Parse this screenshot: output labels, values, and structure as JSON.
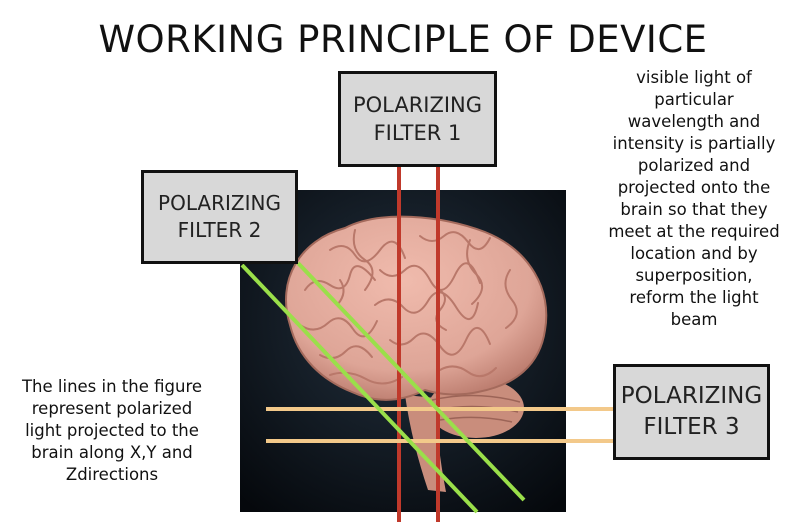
{
  "title": "WORKING PRINCIPLE OF DEVICE",
  "filters": {
    "filter1": "POLARIZING\nFILTER 1",
    "filter2": "POLARIZING\nFILTER 2",
    "filter3": "POLARIZING\nFILTER 3"
  },
  "notes": {
    "right": "visible light of\nparticular\nwavelength and\nintensity is partially\npolarized and\nprojected onto the\nbrain so that they\nmeet at the required\nlocation and by\nsuperposition,\nreform the light\nbeam",
    "left": "The lines in the figure\nrepresent polarized\nlight projected to the\nbrain along X,Y and\nZdirections"
  },
  "colors": {
    "panel_background": "#0b1016",
    "brain": "#dea597",
    "brain_fold": "#b9786a",
    "cerebellum": "#c98d7c",
    "red_beam": "#c0392b",
    "green_beam": "#9adf4a",
    "orange_beam": "#f3c98a"
  }
}
